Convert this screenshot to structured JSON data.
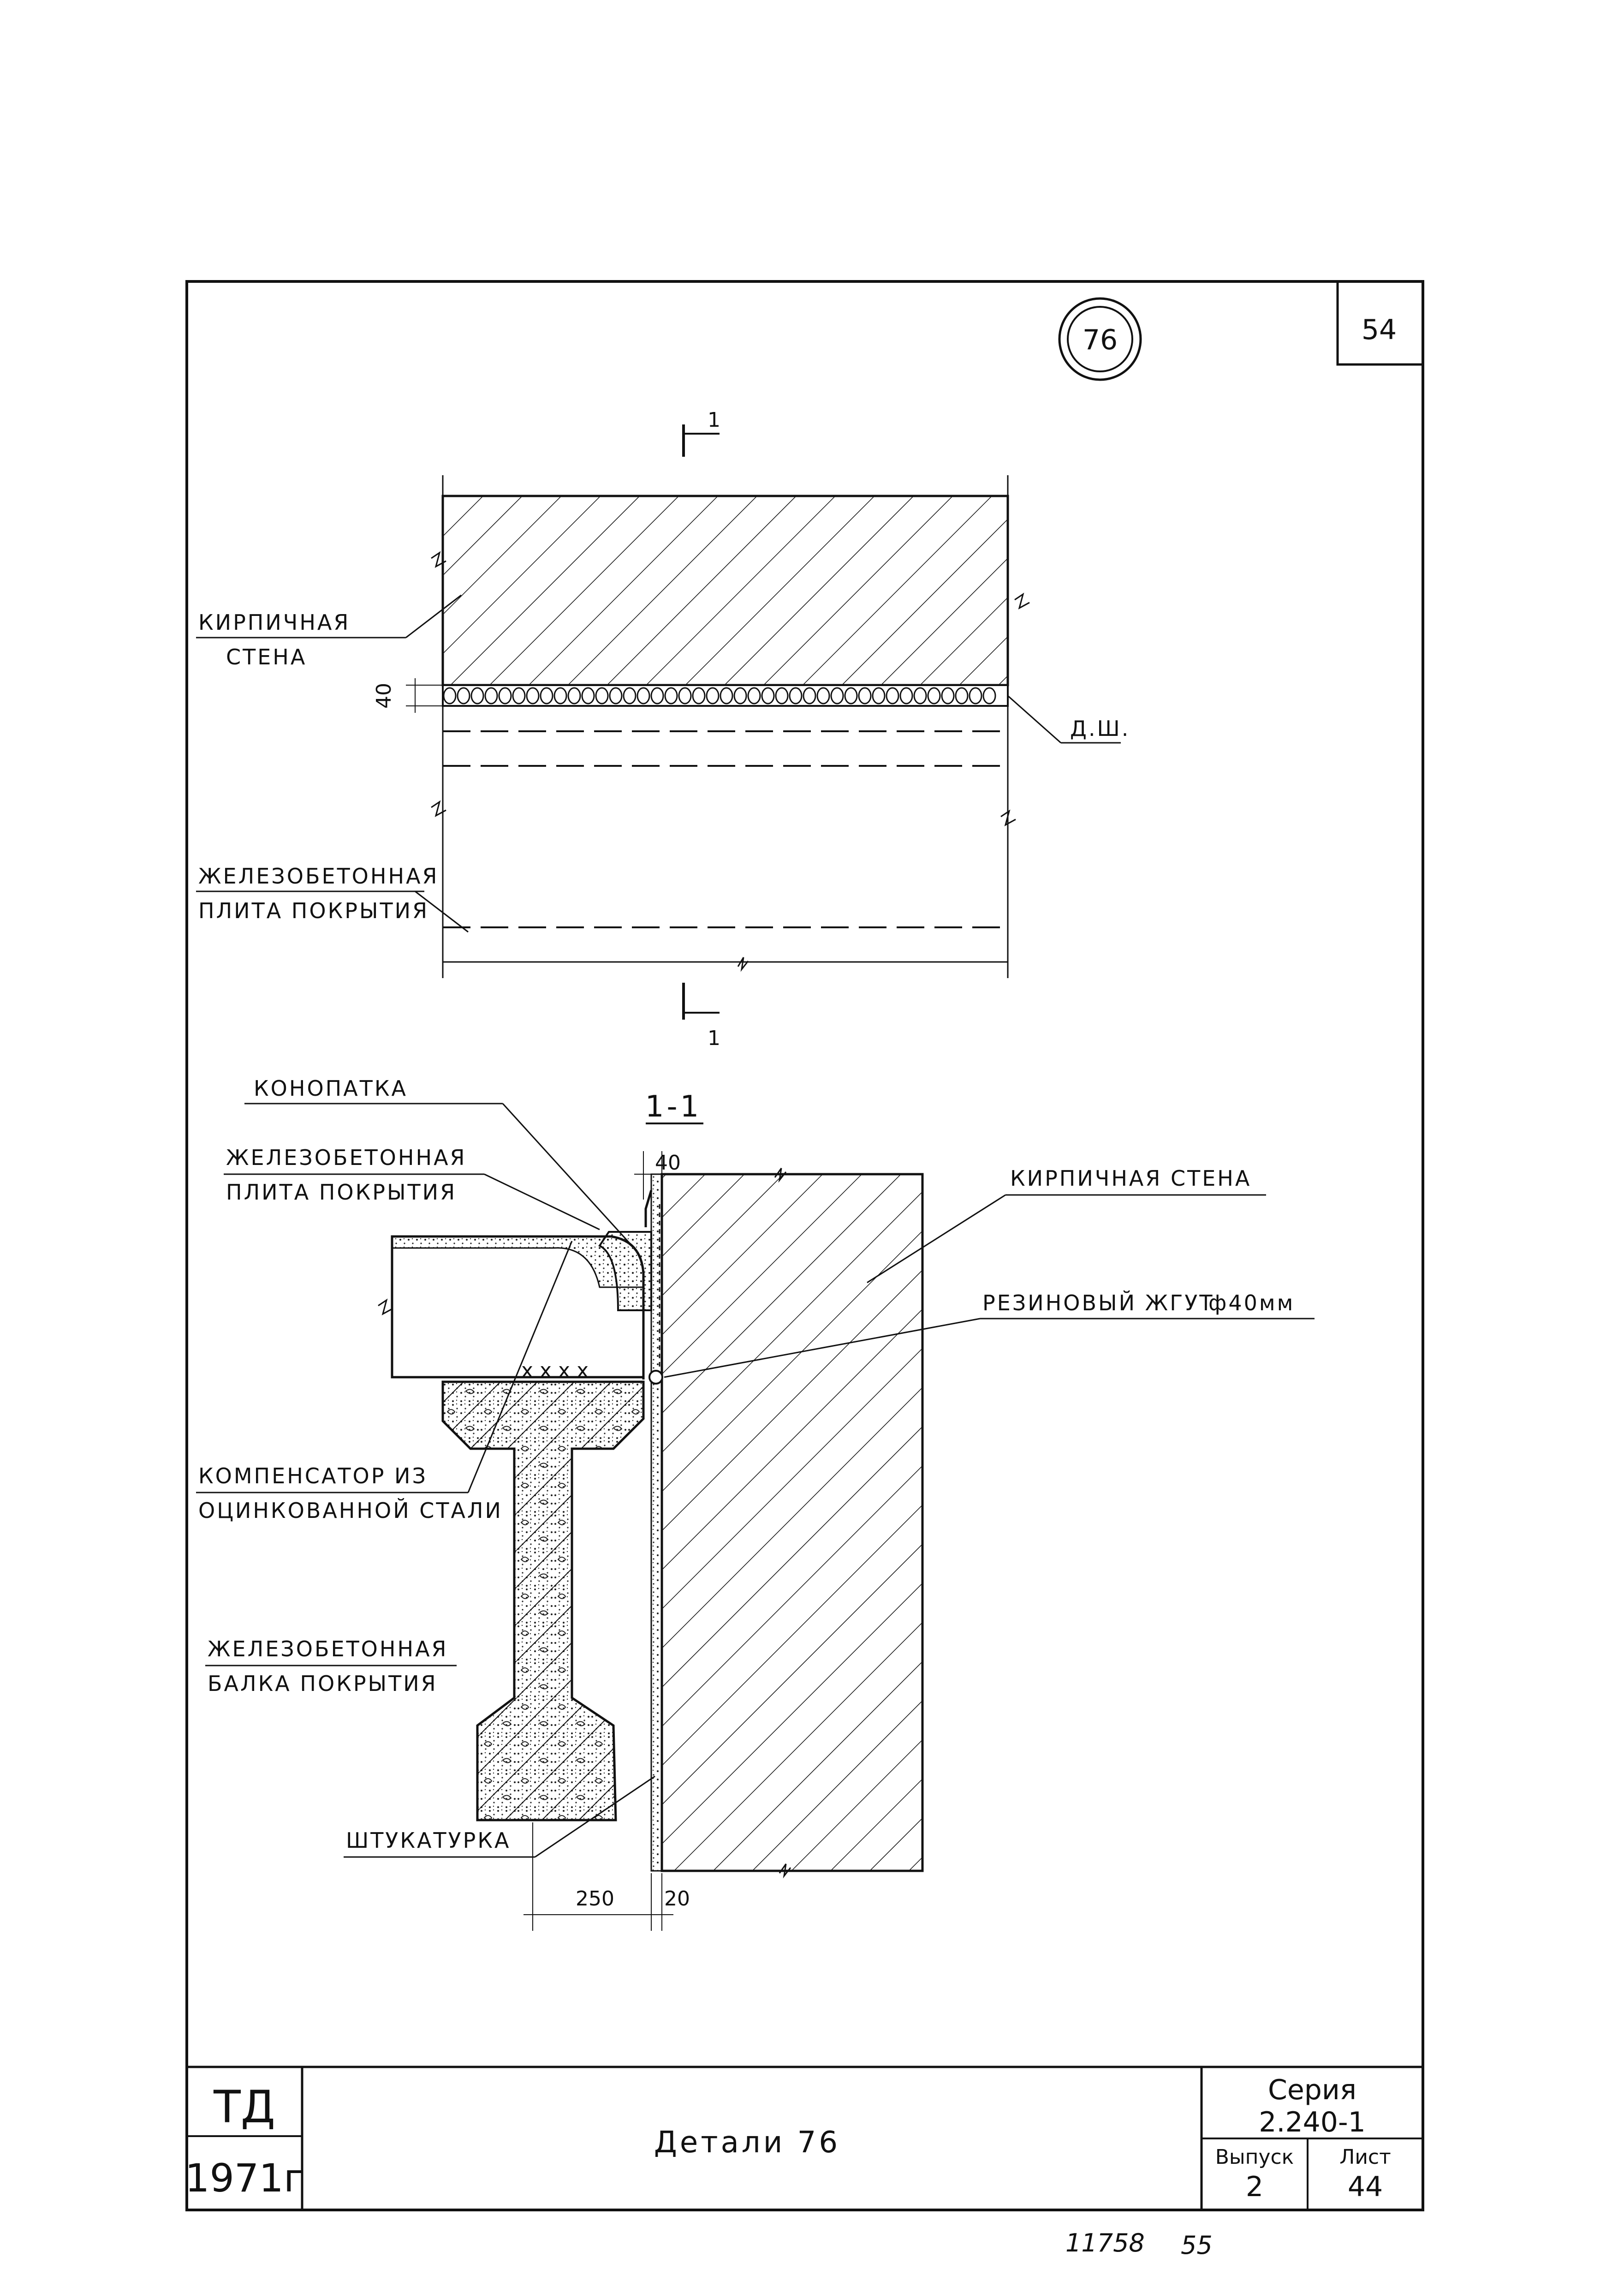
{
  "sheet": {
    "page_number": "54",
    "detail_number": "76",
    "section_mark_top": "1",
    "section_mark_bottom": "1",
    "section_title": "1-1",
    "bottom_left_number": "11758",
    "bottom_right_number": "55"
  },
  "plan": {
    "wall_label_line1": "КИРПИЧНАЯ",
    "wall_label_line2": "СТЕНА",
    "slab_label_line1": "ЖЕЛЕЗОБЕТОННАЯ",
    "slab_label_line2": "ПЛИТА ПОКРЫТИЯ",
    "joint_label": "Д.Ш.",
    "joint_dim": "40"
  },
  "section": {
    "caulk_label": "КОНОПАТКА",
    "slab_label_line1": "ЖЕЛЕЗОБЕТОННАЯ",
    "slab_label_line2": "ПЛИТА ПОКРЫТИЯ",
    "wall_label": "КИРПИЧНАЯ СТЕНА",
    "rubber_label": "РЕЗИНОВЫЙ ЖГУТ",
    "rubber_size": "ф40мм",
    "comp_label_line1": "КОМПЕНСАТОР ИЗ",
    "comp_label_line2": "ОЦИНКОВАННОЙ СТАЛИ",
    "beam_label_line1": "ЖЕЛЕЗОБЕТОННАЯ",
    "beam_label_line2": "БАЛКА ПОКРЫТИЯ",
    "plaster_label": "ШТУКАТУРКА",
    "dim_top": "40",
    "dim_250": "250",
    "dim_20": "20"
  },
  "title_block": {
    "org_top": "ТД",
    "org_year": "1971г",
    "title": "Детали 76",
    "series_label": "Серия",
    "series_value": "2.240-1",
    "issue_label": "Выпуск",
    "issue_value": "2",
    "sheet_label": "Лист",
    "sheet_value": "44"
  }
}
